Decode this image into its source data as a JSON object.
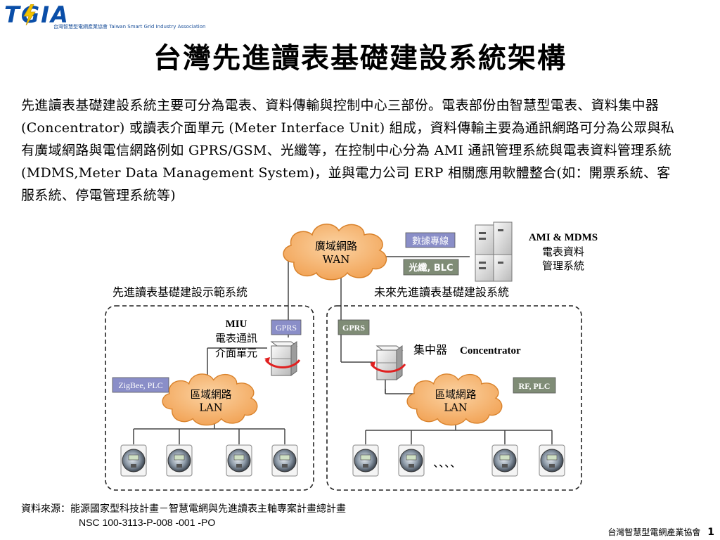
{
  "logo": {
    "brand": "TGIA",
    "subtitle": "台灣智慧型電網產業協會 Taiwan Smart Grid Industry Association"
  },
  "title": "台灣先進讀表基礎建設系統架構",
  "paragraph": "先進讀表基礎建設系統主要可分為電表、資料傳輸與控制中心三部份。電表部份由智慧型電表、資料集中器 (Concentrator) 或讀表介面單元 (Meter Interface Unit) 組成，資料傳輸主要為通訊網路可分為公眾與私有廣域網路與電信網路例如 GPRS/GSM、光纖等，在控制中心分為 AMI 通訊管理系統與電表資料管理系統 (MDMS,Meter Data Management System)，並與電力公司 ERP 相關應用軟體整合(如：開票系統、客服系統、停電管理系統等)",
  "diagram": {
    "wan_line1": "廣域網路",
    "wan_line2": "WAN",
    "dedicated_line": "數據專線",
    "fiber_blc": "光纖, BLC",
    "ami_title": "AMI & MDMS",
    "ami_line1": "電表資料",
    "ami_line2": "管理系統",
    "left_section": "先進讀表基礎建設示範系統",
    "right_section": "未來先進讀表基礎建設系統",
    "miu": "MIU",
    "miu_line1": "電表通訊",
    "miu_line2": "介面單元",
    "gprs_left": "GPRS",
    "gprs_right": "GPRS",
    "concentrator": "集中器",
    "concentrator_en": "Concentrator",
    "zigbee": "ZigBee, PLC",
    "rf_plc": "RF, PLC",
    "lan_line1": "區域網路",
    "lan_line2": "LAN",
    "lan2_line1": "區域網路",
    "lan2_line2": "LAN",
    "ellipsis": "、、、、"
  },
  "source_line1": "資料來源：能源國家型科技計畫－智慧電網與先進讀表主軸專案計畫總計畫",
  "source_line2": "NSC 100-3113-P-008 -001 -PO",
  "footer_org": "台灣智慧型電網產業協會",
  "page_number": "1",
  "colors": {
    "cloud": "#f5b066",
    "cloud_stroke": "#d9822b",
    "tag_blue": "#8a8ec8",
    "tag_gray": "#7f8c76",
    "logo_blue": "#0a4ea8",
    "logo_yellow": "#f2c200"
  }
}
